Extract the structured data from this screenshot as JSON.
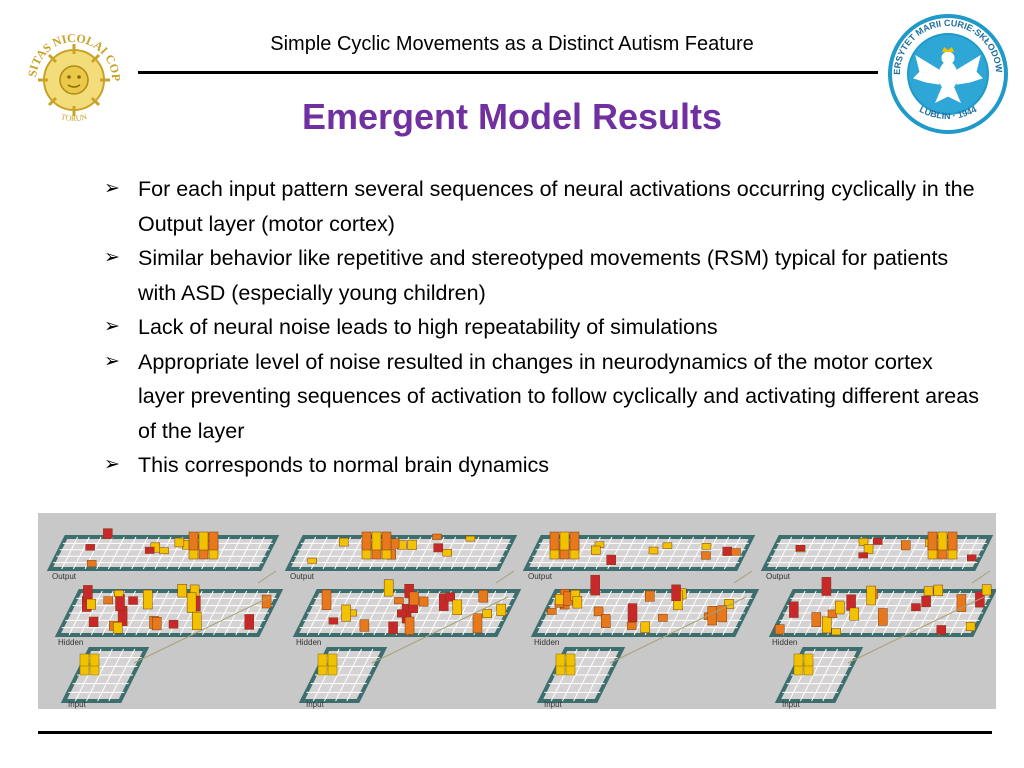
{
  "slide": {
    "header": "Simple Cyclic Movements as a Distinct Autism Feature",
    "title": "Emergent Model Results",
    "bullets": [
      "For each input pattern several sequences of neural activations occurring cyclically in the Output layer (motor cortex)",
      "Similar behavior like repetitive and stereotyped movements (RSM) typical for patients with ASD (especially young children)",
      "Lack of neural noise leads to high repeatability of simulations",
      "Appropriate level of noise resulted in changes in neurodynamics of the motor cortex layer preventing sequences of activation to follow cyclically and activating different areas of the layer",
      "This corresponds to normal brain dynamics"
    ]
  },
  "logos": {
    "left": {
      "text": "UNIVERSITAS NICOLAI COPERNICI",
      "bottom": "TORUN"
    },
    "right": {
      "text": "UNIWERSYTET MARII CURIE-SKŁODOWSKIEJ",
      "bottom": "LUBLIN · 1944"
    }
  },
  "simulation": {
    "layer_labels": {
      "output": "Output",
      "hidden": "Hidden",
      "input": "Input"
    },
    "panels_count": 4
  },
  "colors": {
    "title": "#7030a0",
    "panel_bg": "#c8c8c8",
    "layer_frame": "#3c6e6e",
    "grid_cell": "#d4d2d2",
    "act_yellow": "#f2c200",
    "act_orange": "#e8781c",
    "act_red": "#c8282a"
  }
}
